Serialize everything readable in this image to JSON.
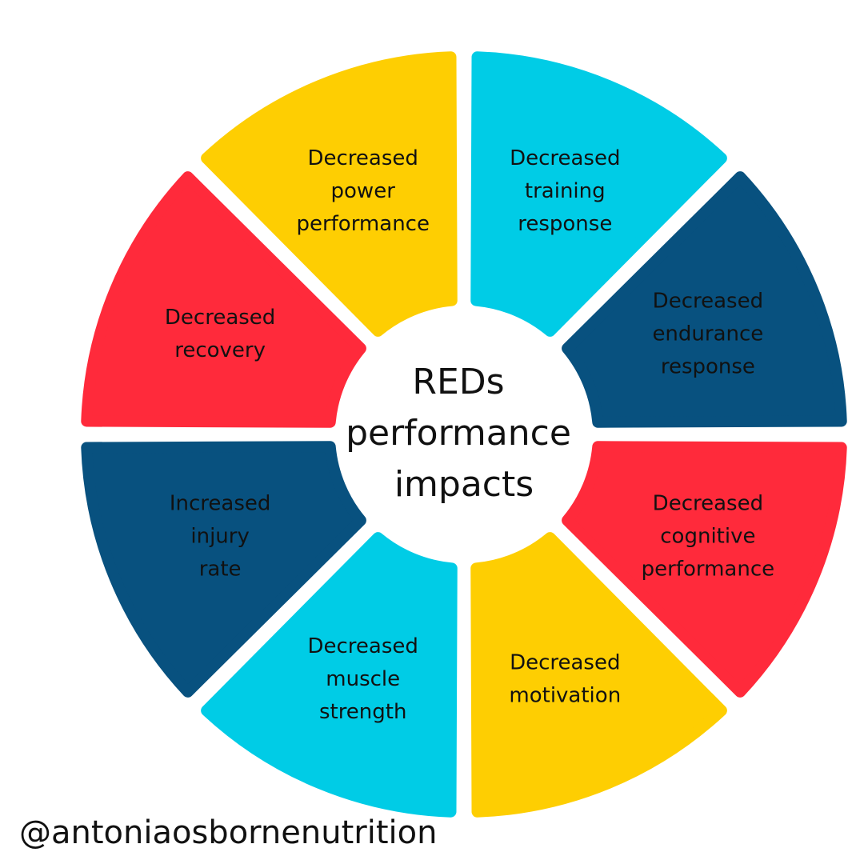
{
  "diagram": {
    "center": {
      "lines": [
        "REDs",
        "performance",
        "impacts"
      ]
    },
    "segments": [
      {
        "lines": [
          "Decreased",
          "training",
          "response"
        ],
        "color": "#00CCE6"
      },
      {
        "lines": [
          "Decreased",
          "endurance",
          "response"
        ],
        "color": "#08517F"
      },
      {
        "lines": [
          "Decreased",
          "cognitive",
          "performance"
        ],
        "color": "#FF2A3B"
      },
      {
        "lines": [
          "Decreased",
          "motivation"
        ],
        "color": "#FECE02"
      },
      {
        "lines": [
          "Decreased",
          "muscle",
          "strength"
        ],
        "color": "#00CCE6"
      },
      {
        "lines": [
          "Increased",
          "injury",
          "rate"
        ],
        "color": "#08517F"
      },
      {
        "lines": [
          "Decreased",
          "recovery"
        ],
        "color": "#FF2A3B"
      },
      {
        "lines": [
          "Decreased",
          "power",
          "performance"
        ],
        "color": "#FECE02"
      }
    ]
  },
  "footer": {
    "handle": "@antoniaosbornenutrition"
  }
}
